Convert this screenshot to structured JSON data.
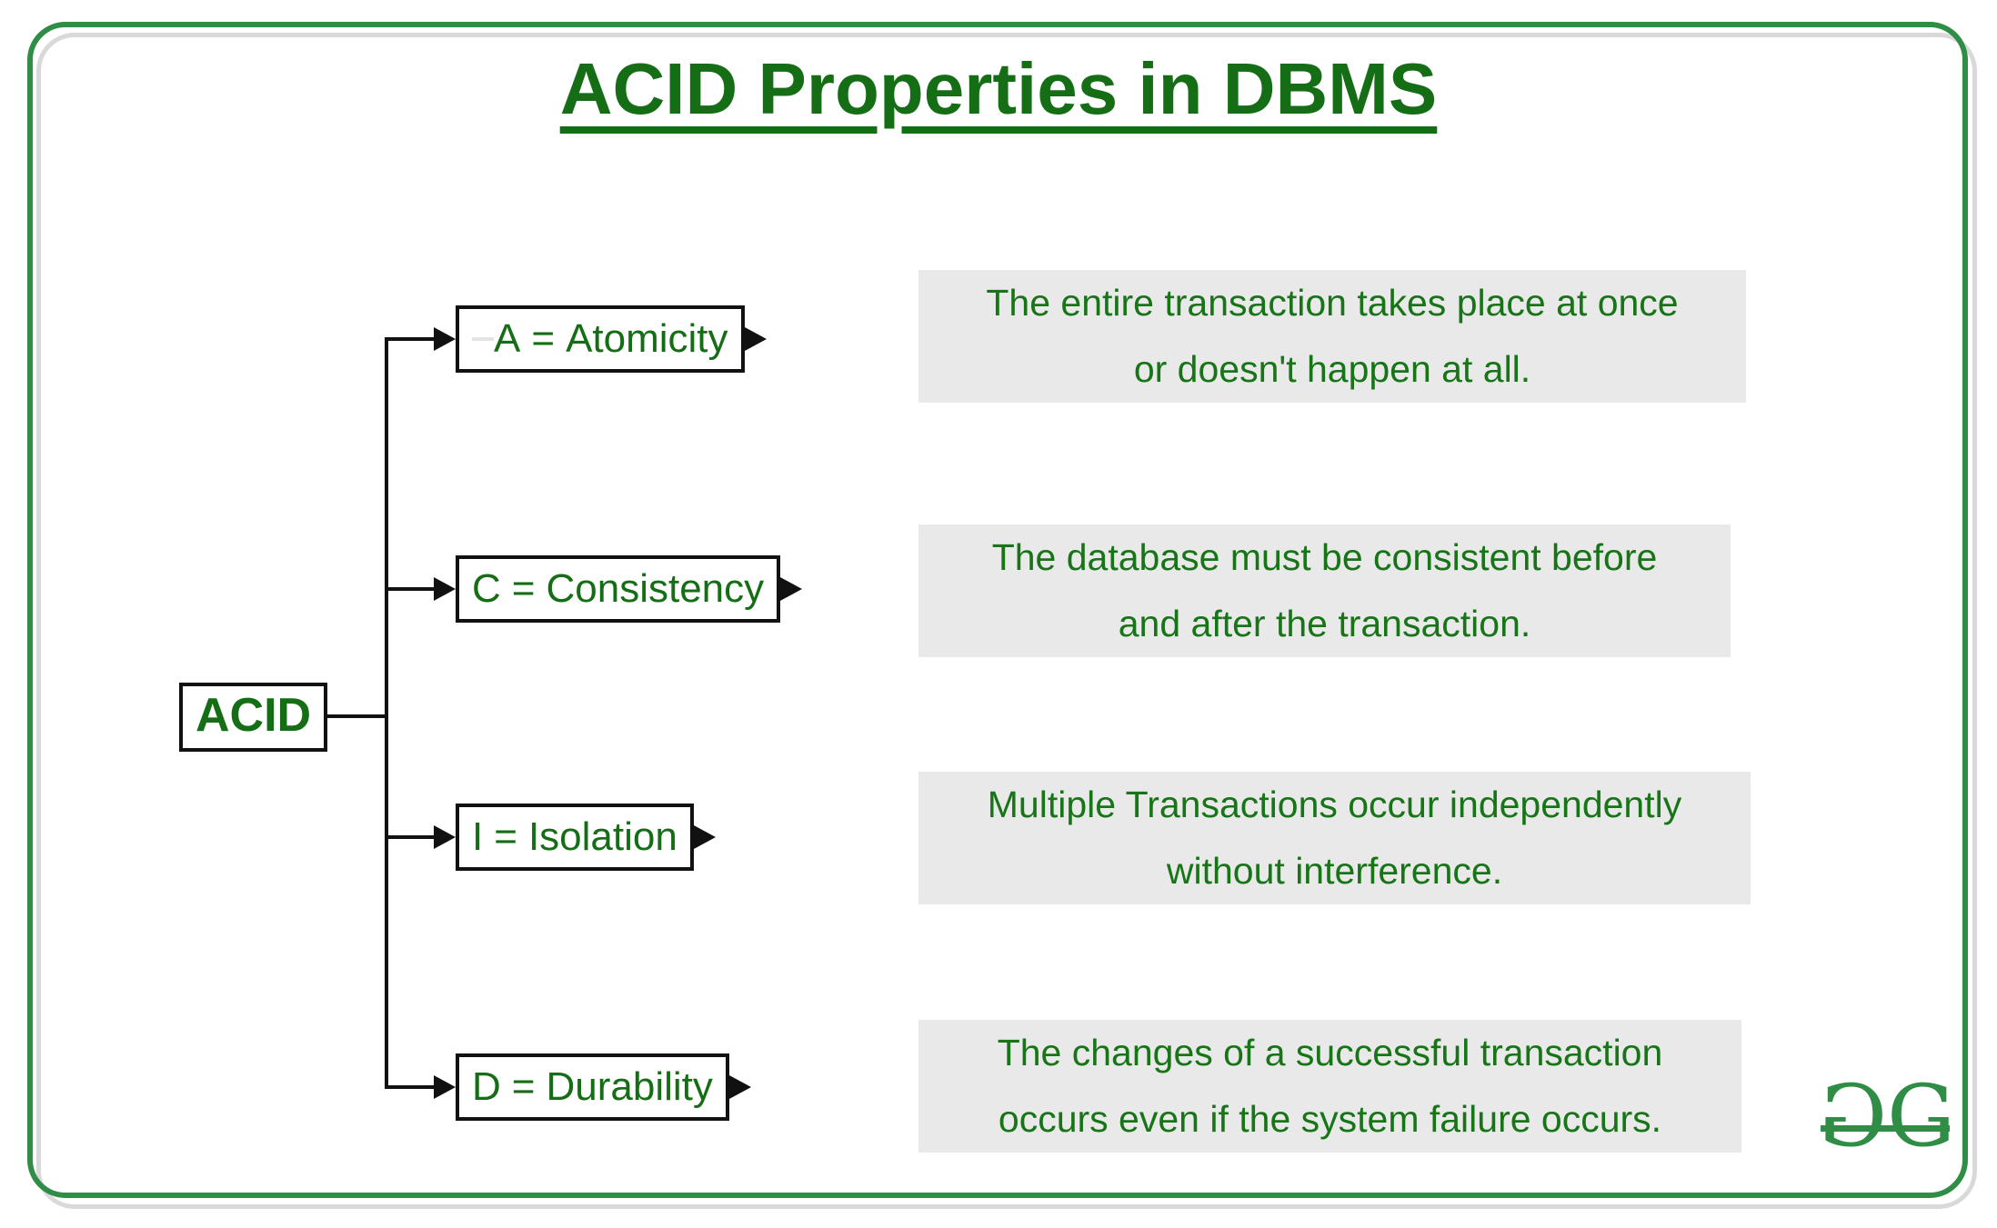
{
  "title": "ACID Properties in DBMS",
  "root": {
    "label": "ACID"
  },
  "rows": [
    {
      "letter": "A",
      "eq": "=",
      "name": "Atomicity",
      "desc_line1": "The entire transaction takes place at once",
      "desc_line2": "or doesn't happen at all."
    },
    {
      "letter": "C",
      "eq": "=",
      "name": "Consistency",
      "desc_line1": "The database must be consistent before",
      "desc_line2": "and after the transaction."
    },
    {
      "letter": "I",
      "eq": "=",
      "name": "Isolation",
      "desc_line1": "Multiple Transactions occur independently",
      "desc_line2": "without interference."
    },
    {
      "letter": "D",
      "eq": "=",
      "name": "Durability",
      "desc_line1": "The changes of a successful transaction",
      "desc_line2": "occurs even if the system failure occurs."
    }
  ],
  "logo": {
    "glyph_left": "G",
    "glyph_right": "G"
  },
  "colors": {
    "frame_green": "#2f8d46",
    "text_green": "#156e15",
    "desc_text_green": "#177517",
    "line_black": "#111111",
    "desc_bg": "#e9e9e9",
    "letter_chip_bg": "#e4e4e4",
    "shadow_gray": "#d9d9d9"
  }
}
